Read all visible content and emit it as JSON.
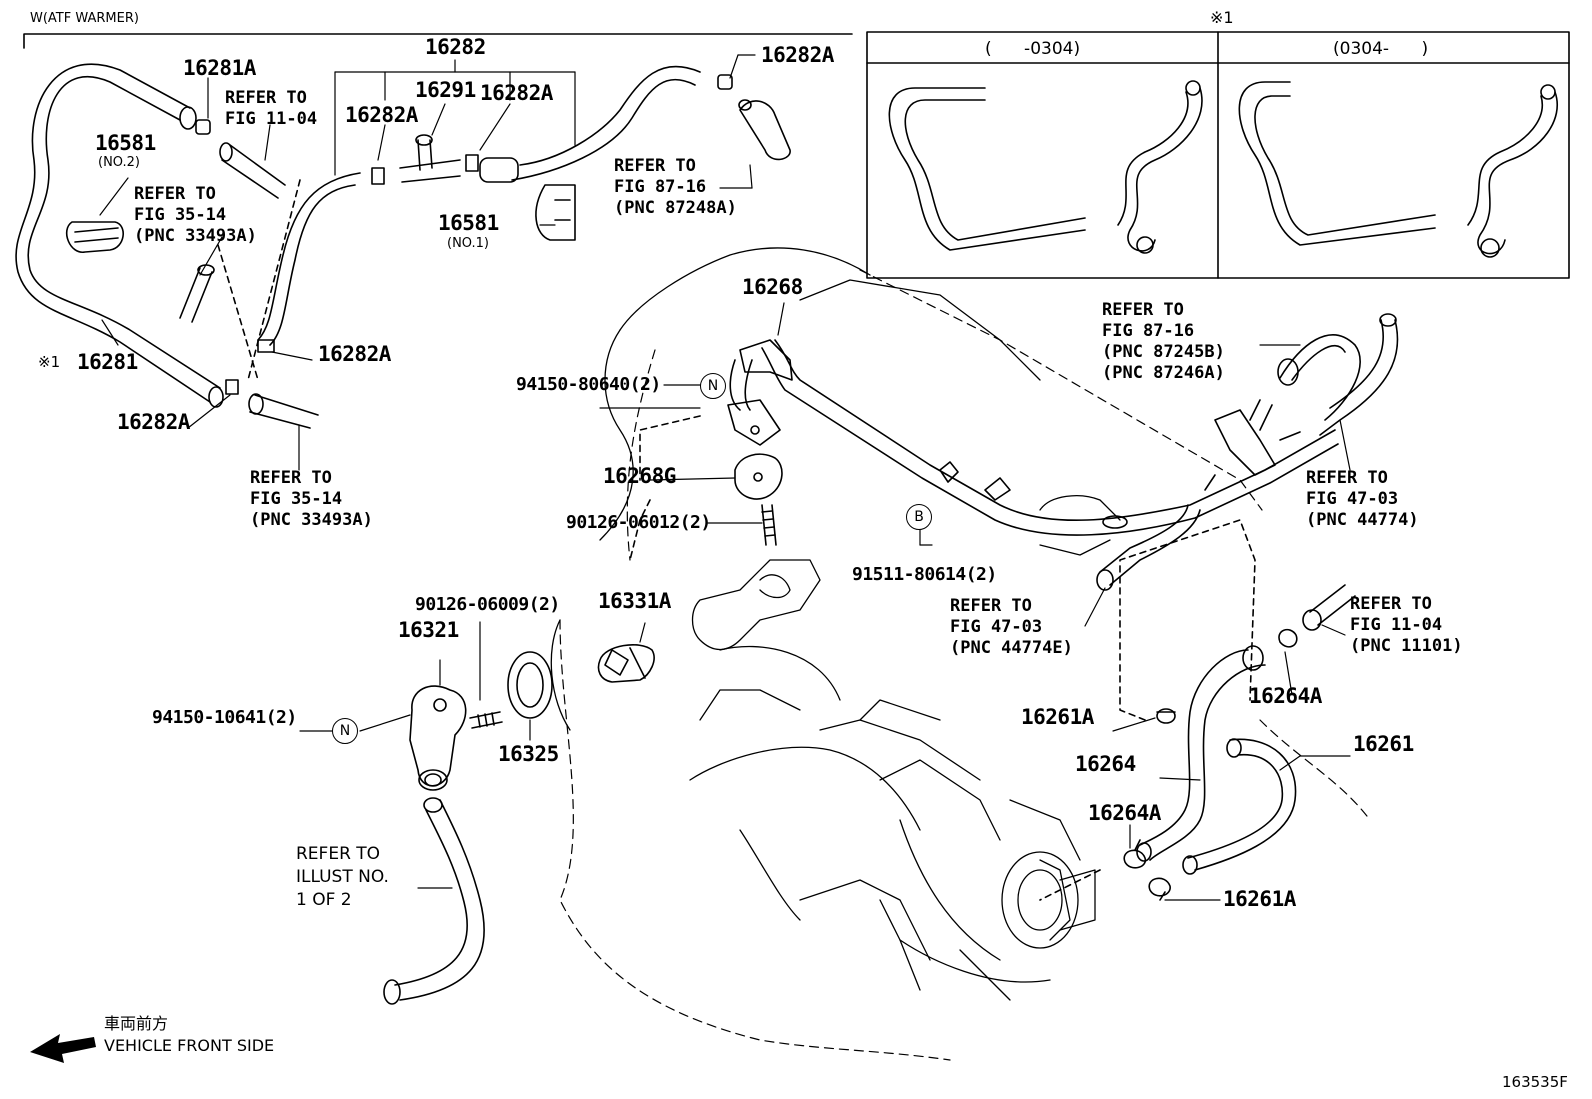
{
  "header": {
    "variant_label": "W(ATF WARMER)",
    "inset_marker": "※1",
    "inset_left_range": "(      -0304)",
    "inset_right_range": "(0304-      )"
  },
  "parts": {
    "p16282": "16282",
    "p16281A": "16281A",
    "p16291": "16291",
    "p16282A_top_left": "16282A",
    "p16282A_top_mid": "16282A",
    "p16282A_top_right": "16282A",
    "p16581_no2": "16581",
    "p16581_no2_sub": "(NO.2)",
    "p16581_no1": "16581",
    "p16581_no1_sub": "(NO.1)",
    "p16281_marker": "※1",
    "p16281": "16281",
    "p16282A_left_lower": "16282A",
    "p16282A_mid_lower": "16282A",
    "p16268": "16268",
    "p94150_80640": "94150-80640(2)",
    "p16268G": "16268G",
    "p90126_06012": "90126-06012(2)",
    "p91511_80614": "91511-80614(2)",
    "p90126_06009": "90126-06009(2)",
    "p16321": "16321",
    "p16331A": "16331A",
    "p94150_10641": "94150-10641(2)",
    "p16325": "16325",
    "p16264A_right": "16264A",
    "p16261A_upper": "16261A",
    "p16261": "16261",
    "p16264": "16264",
    "p16264A_lower": "16264A",
    "p16261A_lower": "16261A"
  },
  "refs": {
    "ref_fig11_04_top": "REFER TO\nFIG 11-04",
    "ref_fig35_14_upper": "REFER TO\nFIG 35-14\n(PNC 33493A)",
    "ref_fig87_16_top": "REFER TO\nFIG 87-16\n(PNC 87248A)",
    "ref_fig35_14_lower": "REFER TO\nFIG 35-14\n(PNC 33493A)",
    "ref_fig87_16_right": "REFER TO\nFIG 87-16\n(PNC 87245B)\n(PNC 87246A)",
    "ref_fig47_03_right": "REFER TO\nFIG 47-03\n(PNC 44774)",
    "ref_fig47_03_mid": "REFER TO\nFIG 47-03\n(PNC 44774E)",
    "ref_fig11_04_right": "REFER TO\nFIG 11-04\n(PNC 11101)",
    "ref_illust": "REFER TO\nILLUST NO.\n1 OF 2"
  },
  "callouts": {
    "n_upper": "N",
    "n_lower": "N",
    "b": "B"
  },
  "footer": {
    "front_jp": "車両前方",
    "front_en": "VEHICLE FRONT SIDE",
    "figure_id": "163535F"
  }
}
